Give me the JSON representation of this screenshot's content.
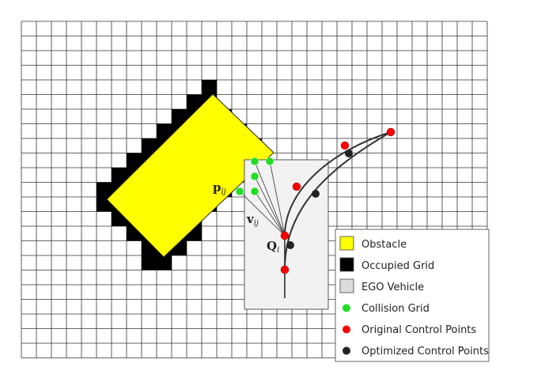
{
  "labels": {
    "p_main": "p",
    "p_sub": "ij",
    "v_main": "v",
    "v_sub": "ij",
    "q_main": "Q",
    "q_sub": "i"
  },
  "legend": {
    "items": [
      {
        "label": "Obstacle",
        "swatch": "square",
        "color": "#ffff00"
      },
      {
        "label": "Occupied Grid",
        "swatch": "square",
        "color": "#000000"
      },
      {
        "label": "EGO Vehicle",
        "swatch": "square",
        "color": "#dcdcdc"
      },
      {
        "label": "Collision Grid",
        "swatch": "circle",
        "color": "#22dd22"
      },
      {
        "label": "Original Control Points",
        "swatch": "circle",
        "color": "#ff0000"
      },
      {
        "label": "Optimized Control Points",
        "swatch": "circle",
        "color": "#222222"
      }
    ]
  },
  "colors": {
    "grid_line": "#333333",
    "obstacle": "#ffff00",
    "occupied": "#000000",
    "ego_vehicle": "#f2f2f2",
    "collision": "#22dd22",
    "original": "#ff0000",
    "optimized": "#222222"
  }
}
